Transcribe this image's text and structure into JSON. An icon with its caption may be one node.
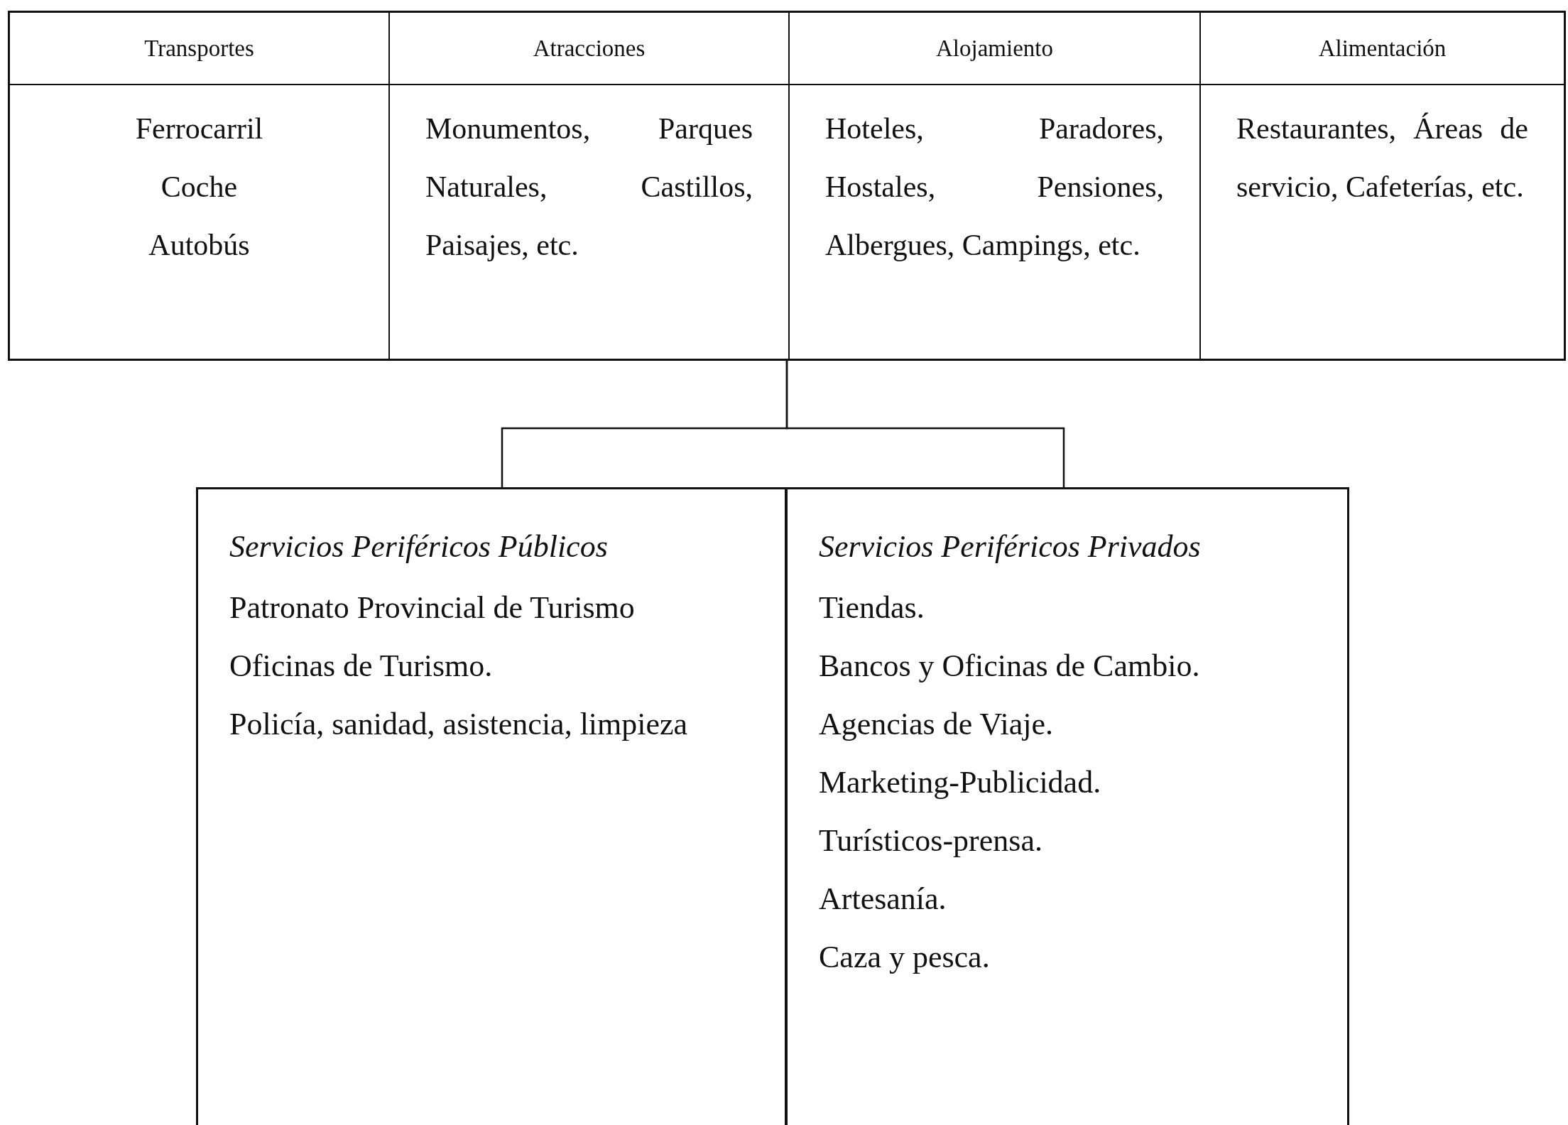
{
  "diagram": {
    "nodes": [
      {
        "text": [],
        "shape": "box"
      },
      {
        "text": [
          "Transportes",
          "Ferrocarril",
          "Coche",
          "Autobús"
        ],
        "in": 0
      },
      {
        "text": [
          "Atracciones",
          "Monumentos, Parques Naturales, Castillos, Paisajes, etc."
        ],
        "in": 0
      },
      {
        "text": [
          "Alojamiento",
          "Hoteles, Paradores, Hostales, Pensiones, Albergues, Campings, etc."
        ],
        "in": 0
      },
      {
        "text": [
          "Alimentación",
          "Restaurantes, Áreas de servicio, Cafeterías, etc."
        ],
        "in": 0
      },
      {
        "text": [
          "Servicios Periféricos Públicos",
          "Patronato Provincial de Turismo",
          "Oficinas de Turismo.",
          "Policía, sanidad, asistencia, limpieza"
        ]
      },
      {
        "text": [
          "Servicios Periféricos Privados",
          "Tiendas.",
          "Bancos y Oficinas de Cambio.",
          "Agencias de Viaje.",
          "Marketing-Publicidad.",
          "Turísticos-prensa.",
          "Artesanía.",
          "Caza y pesca."
        ]
      }
    ],
    "edges": [
      {
        "from": 0,
        "to": 5,
        "arrow": "none"
      },
      {
        "from": 0,
        "to": 6,
        "arrow": "none"
      }
    ]
  }
}
